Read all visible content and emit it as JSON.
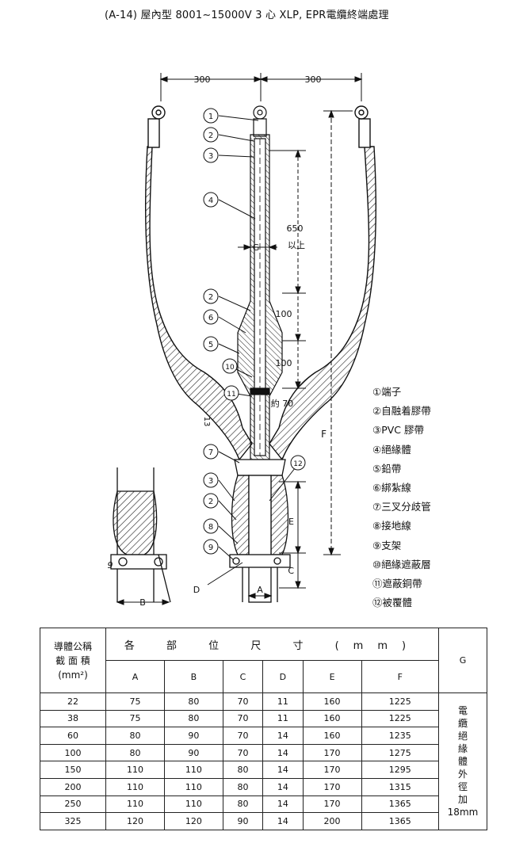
{
  "title": "(A-14) 屋內型  8001∼15000V  3 心 XLP, EPR電纜終端處理",
  "dims": {
    "d300_left": "300",
    "d300_right": "300",
    "d650": "650",
    "d650_sub": "以上",
    "d100a": "100",
    "d100b": "100",
    "d70": "約 70",
    "G": "G",
    "F": "F",
    "E": "E",
    "C": "C",
    "A": "A",
    "B": "B",
    "D": "D",
    "n13": "13",
    "n9": "9"
  },
  "callouts": [
    "1",
    "2",
    "3",
    "4",
    "2",
    "6",
    "5",
    "10",
    "11",
    "7",
    "3",
    "2",
    "8",
    "9",
    "12"
  ],
  "legend": [
    "①端子",
    "②自融着膠帶",
    "③PVC 膠帶",
    "④絕緣體",
    "⑤鉛帶",
    "⑥綁紮線",
    "⑦三叉分歧管",
    "⑧接地線",
    "⑨支架",
    "⑩絕緣遮蔽層",
    "⑪遮蔽銅帶",
    "⑫被覆體"
  ],
  "table": {
    "h_size1": "導體公稱",
    "h_size2": "截 面 積",
    "h_size3": "(mm²)",
    "h_parts": "各 部 位 尺 寸 (mm)",
    "cols": [
      "A",
      "B",
      "C",
      "D",
      "E",
      "F",
      "G"
    ],
    "rows": [
      [
        "22",
        "75",
        "80",
        "70",
        "11",
        "160",
        "1225"
      ],
      [
        "38",
        "75",
        "80",
        "70",
        "11",
        "160",
        "1225"
      ],
      [
        "60",
        "80",
        "90",
        "70",
        "14",
        "160",
        "1235"
      ],
      [
        "100",
        "80",
        "90",
        "70",
        "14",
        "170",
        "1275"
      ],
      [
        "150",
        "110",
        "110",
        "80",
        "14",
        "170",
        "1295"
      ],
      [
        "200",
        "110",
        "110",
        "80",
        "14",
        "170",
        "1315"
      ],
      [
        "250",
        "110",
        "110",
        "80",
        "14",
        "170",
        "1365"
      ],
      [
        "325",
        "120",
        "120",
        "90",
        "14",
        "200",
        "1365"
      ]
    ],
    "g_text": "電纜絕緣體外徑加",
    "g_tail": "18mm"
  }
}
